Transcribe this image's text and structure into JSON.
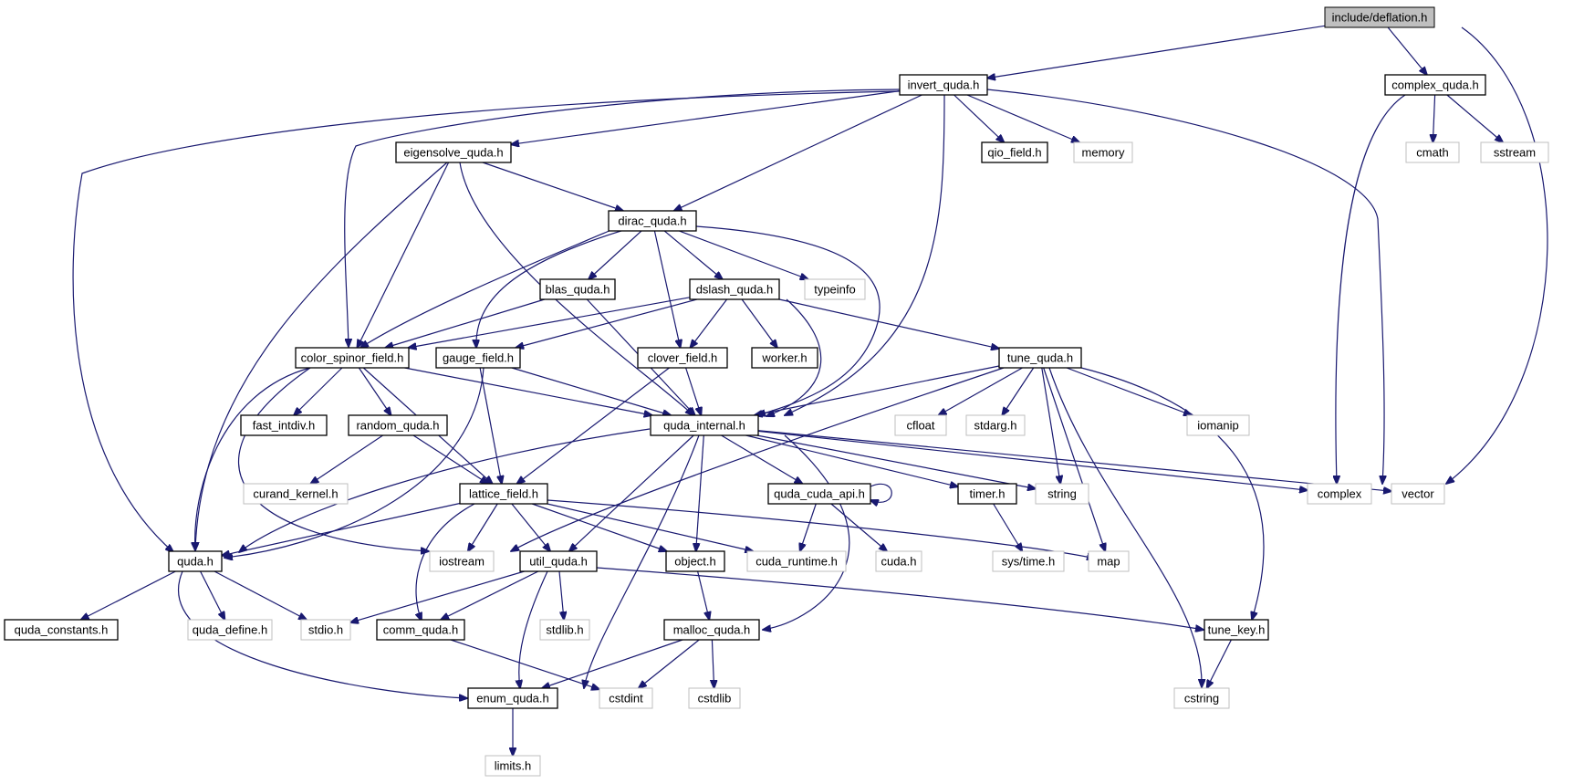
{
  "graph": {
    "colors": {
      "edge": "#191970",
      "root_fill": "#bfbfbf",
      "local_border": "#000000",
      "system_border": "#bfbfbf"
    },
    "nodes": [
      {
        "id": "deflation",
        "label": "include/deflation.h",
        "kind": "root"
      },
      {
        "id": "invert",
        "label": "invert_quda.h",
        "kind": "local"
      },
      {
        "id": "complexq",
        "label": "complex_quda.h",
        "kind": "local"
      },
      {
        "id": "eigensolve",
        "label": "eigensolve_quda.h",
        "kind": "local"
      },
      {
        "id": "qio",
        "label": "qio_field.h",
        "kind": "local"
      },
      {
        "id": "memory",
        "label": "memory",
        "kind": "system"
      },
      {
        "id": "cmath",
        "label": "cmath",
        "kind": "system"
      },
      {
        "id": "sstream",
        "label": "sstream",
        "kind": "system"
      },
      {
        "id": "dirac",
        "label": "dirac_quda.h",
        "kind": "local"
      },
      {
        "id": "blas",
        "label": "blas_quda.h",
        "kind": "local"
      },
      {
        "id": "dslash",
        "label": "dslash_quda.h",
        "kind": "local"
      },
      {
        "id": "typeinfo",
        "label": "typeinfo",
        "kind": "system"
      },
      {
        "id": "csf",
        "label": "color_spinor_field.h",
        "kind": "local"
      },
      {
        "id": "gauge",
        "label": "gauge_field.h",
        "kind": "local"
      },
      {
        "id": "clover",
        "label": "clover_field.h",
        "kind": "local"
      },
      {
        "id": "worker",
        "label": "worker.h",
        "kind": "local"
      },
      {
        "id": "tune",
        "label": "tune_quda.h",
        "kind": "local"
      },
      {
        "id": "fastint",
        "label": "fast_intdiv.h",
        "kind": "local"
      },
      {
        "id": "random",
        "label": "random_quda.h",
        "kind": "local"
      },
      {
        "id": "internal",
        "label": "quda_internal.h",
        "kind": "local"
      },
      {
        "id": "cfloat",
        "label": "cfloat",
        "kind": "system"
      },
      {
        "id": "stdarg",
        "label": "stdarg.h",
        "kind": "system"
      },
      {
        "id": "iomanip",
        "label": "iomanip",
        "kind": "system"
      },
      {
        "id": "curand",
        "label": "curand_kernel.h",
        "kind": "system"
      },
      {
        "id": "lattice",
        "label": "lattice_field.h",
        "kind": "local"
      },
      {
        "id": "cudaapi",
        "label": "quda_cuda_api.h",
        "kind": "local"
      },
      {
        "id": "timer",
        "label": "timer.h",
        "kind": "local"
      },
      {
        "id": "string",
        "label": "string",
        "kind": "system"
      },
      {
        "id": "complex",
        "label": "complex",
        "kind": "system"
      },
      {
        "id": "vector",
        "label": "vector",
        "kind": "system"
      },
      {
        "id": "quda",
        "label": "quda.h",
        "kind": "local"
      },
      {
        "id": "iostream",
        "label": "iostream",
        "kind": "system"
      },
      {
        "id": "util",
        "label": "util_quda.h",
        "kind": "local"
      },
      {
        "id": "object",
        "label": "object.h",
        "kind": "local"
      },
      {
        "id": "cudaruntime",
        "label": "cuda_runtime.h",
        "kind": "system"
      },
      {
        "id": "cudah",
        "label": "cuda.h",
        "kind": "system"
      },
      {
        "id": "systime",
        "label": "sys/time.h",
        "kind": "system"
      },
      {
        "id": "map",
        "label": "map",
        "kind": "system"
      },
      {
        "id": "qconst",
        "label": "quda_constants.h",
        "kind": "local"
      },
      {
        "id": "qdefine",
        "label": "quda_define.h",
        "kind": "system"
      },
      {
        "id": "stdio",
        "label": "stdio.h",
        "kind": "system"
      },
      {
        "id": "comm",
        "label": "comm_quda.h",
        "kind": "local"
      },
      {
        "id": "stdlib",
        "label": "stdlib.h",
        "kind": "system"
      },
      {
        "id": "malloc",
        "label": "malloc_quda.h",
        "kind": "local"
      },
      {
        "id": "tunekey",
        "label": "tune_key.h",
        "kind": "local"
      },
      {
        "id": "enumq",
        "label": "enum_quda.h",
        "kind": "local"
      },
      {
        "id": "cstdint",
        "label": "cstdint",
        "kind": "system"
      },
      {
        "id": "cstdlib",
        "label": "cstdlib",
        "kind": "system"
      },
      {
        "id": "cstring",
        "label": "cstring",
        "kind": "system"
      },
      {
        "id": "limits",
        "label": "limits.h",
        "kind": "system"
      }
    ]
  }
}
